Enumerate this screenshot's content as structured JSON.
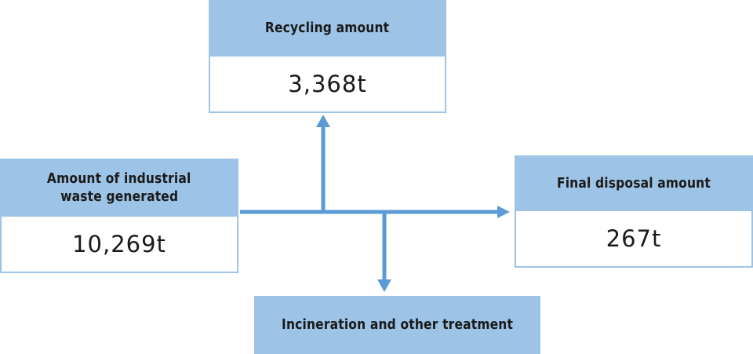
{
  "recycling": {
    "label": "Recycling amount",
    "value": "3,368t"
  },
  "generated": {
    "label_line1": "Amount of industrial",
    "label_line2": "waste generated",
    "value": "10,269t"
  },
  "final_disposal": {
    "label": "Final disposal amount",
    "value": "267t"
  },
  "incineration": {
    "label": "Incineration and other treatment"
  },
  "colors": {
    "box_fill": "#9dc3e6",
    "arrow": "#5b9bd5"
  }
}
